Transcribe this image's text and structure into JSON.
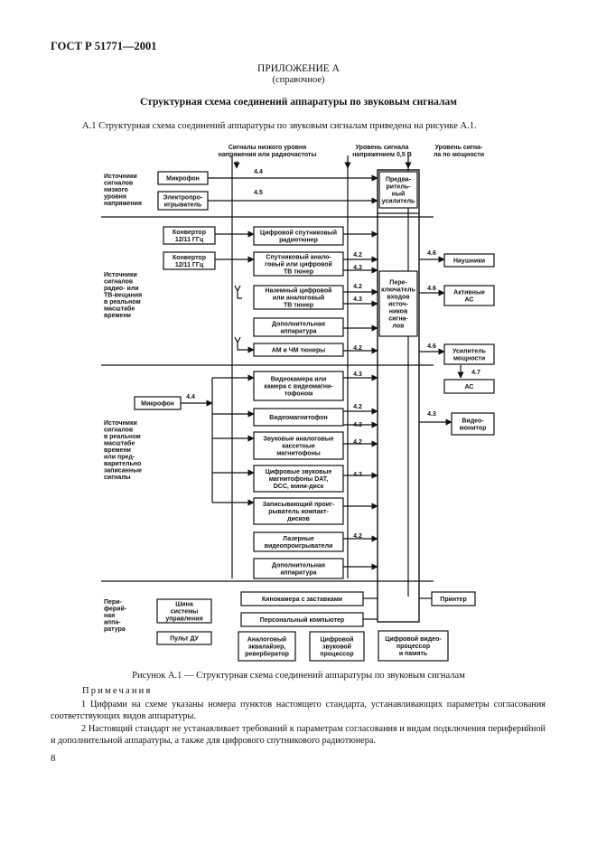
{
  "header": {
    "standard": "ГОСТ Р 51771—2001"
  },
  "appendix": {
    "title": "ПРИЛОЖЕНИЕ А",
    "subtitle": "(справочное)"
  },
  "section_title": "Структурная схема соединений аппаратуры по звуковым сигналам",
  "intro": "А.1  Структурная схема соединений аппаратуры по звуковым сигналам приведена на рисунке А.1.",
  "diagram": {
    "top_labels": [
      "Сигналы низкого уровня",
      "напряжения или радиочастоты",
      "Уровень сигнала",
      "напряжением 0,5 В",
      "Уровень сигна-",
      "ла по мощности"
    ],
    "left_labels": {
      "g1": [
        "Источники",
        "сигналов",
        "низкого",
        "уровня",
        "напряжения"
      ],
      "g2": [
        "Источники",
        "сигналов",
        "радио- или",
        "ТВ-вещания",
        "в реальном",
        "масштабе",
        "времени"
      ],
      "g3": [
        "Источники",
        "сигналов",
        "в реальном",
        "масштабе",
        "времени",
        "или пред-",
        "варительно",
        "записанные",
        "сигналы"
      ],
      "g4": [
        "Пери-",
        "ферий-",
        "ная",
        "аппа-",
        "ратура"
      ]
    },
    "boxes": {
      "mic1": [
        "Микрофон"
      ],
      "eplayer": [
        "Электропро-",
        "игрыватель"
      ],
      "conv1": [
        "Конвертор",
        "12/11 ГГц"
      ],
      "conv2": [
        "Конвертор",
        "12/11 ГГц"
      ],
      "sat_radio": [
        "Цифровой спутниковый",
        "радиотюнер"
      ],
      "sat_tv": [
        "Спутниковый анало-",
        "говый или цифровой",
        "ТВ тюнер"
      ],
      "terr_tv": [
        "Наземный цифровой",
        "или аналоговый",
        "ТВ тюнер"
      ],
      "aux1": [
        "Дополнительная",
        "аппаратура"
      ],
      "amfm": [
        "АМ и ЧМ тюнеры"
      ],
      "vcam": [
        "Видеокамера или",
        "камера с видеомагни-",
        "тофоном"
      ],
      "vcr": [
        "Видеомагнитофон"
      ],
      "tape": [
        "Звуковые аналоговые",
        "кассетные",
        "магнитофоны"
      ],
      "dat": [
        "Цифровые звуковые",
        "магнитофоны DAT,",
        "DCC, мини-диск"
      ],
      "cd": [
        "Записывающий проиг-",
        "рыватель компакт-",
        "дисков"
      ],
      "laser": [
        "Лазерные",
        "видеопроигрыватели"
      ],
      "aux2": [
        "Дополнительная",
        "аппаратура"
      ],
      "mic2": [
        "Микрофон"
      ],
      "preamp": [
        "Предва-",
        "ритель-",
        "ный",
        "усилитель"
      ],
      "switch": [
        "Пере-",
        "ключатель",
        "входов",
        "источ-",
        "ников",
        "сигна-",
        "лов"
      ],
      "headphones": [
        "Наушники"
      ],
      "active": [
        "Активные",
        "АС"
      ],
      "power_amp": [
        "Усилитель",
        "мощности"
      ],
      "as": [
        "АС"
      ],
      "monitor": [
        "Видео-",
        "монитор"
      ],
      "bus": [
        "Шина",
        "системы",
        "управления"
      ],
      "remote": [
        "Пульт ДУ"
      ],
      "movie": [
        "Кинокамера с заставками"
      ],
      "pc": [
        "Персональный компьютер"
      ],
      "equalizer": [
        "Аналоговый",
        "эквалайзер,",
        "ревербератор"
      ],
      "dsp": [
        "Цифровой",
        "звуковой",
        "процессор"
      ],
      "dsp_mem": [
        "Цифровой видео-",
        "процессор",
        "и память"
      ],
      "printer": [
        "Принтер"
      ]
    },
    "numbers": {
      "n44a": "4.4",
      "n45": "4.5",
      "n42a": "4.2",
      "n43a": "4.3",
      "n42b": "4.2",
      "n43b": "4.3",
      "n42c": "4.2",
      "n43c": "4.3",
      "n42d": "4.2",
      "n43d": "4.3",
      "n42e": "4.2",
      "n43e": "4.3",
      "n42f": "4.2",
      "n44b": "4.4",
      "n46a": "4.6",
      "n46b": "4.6",
      "n46c": "4.6",
      "n47": "4.7",
      "n43f": "4.3"
    }
  },
  "caption": "Рисунок  А.1 — Структурная схема соединений аппаратуры по звуковым сигналам",
  "notes": {
    "heading": "Примечания",
    "items": [
      "1 Цифрами на схеме указаны номера пунктов настоящего стандарта, устанавливающих параметры согласования соответствующих видов аппаратуры.",
      "2 Настоящий стандарт не устанавливает требований к параметрам согласования и видам подключения периферийной и дополнительной аппаратуры, а также для цифрового спутникового радиотюнера."
    ]
  },
  "page_number": "8"
}
